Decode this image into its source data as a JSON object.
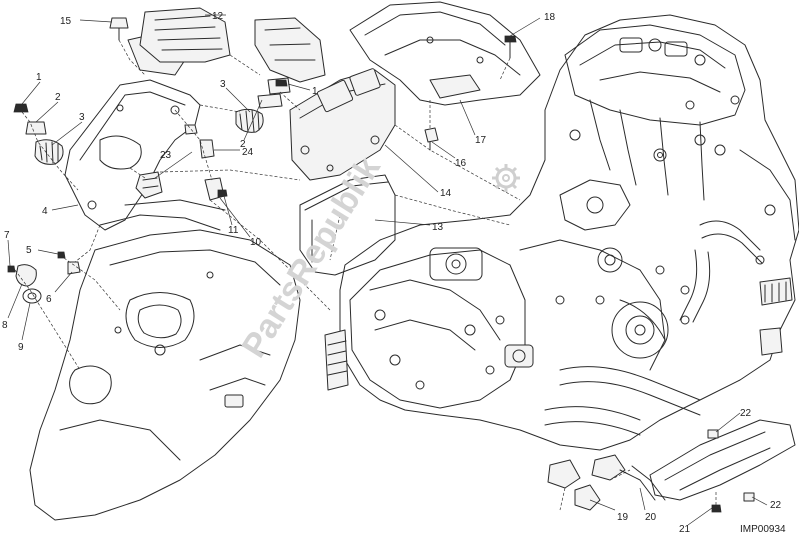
{
  "diagram": {
    "reference_code": "IMP00934",
    "watermark": "PartsRepublik",
    "callouts": [
      {
        "id": "c1",
        "label": "1"
      },
      {
        "id": "c1b",
        "label": "1"
      },
      {
        "id": "c2",
        "label": "2"
      },
      {
        "id": "c2b",
        "label": "2"
      },
      {
        "id": "c3",
        "label": "3"
      },
      {
        "id": "c3b",
        "label": "3"
      },
      {
        "id": "c4",
        "label": "4"
      },
      {
        "id": "c5",
        "label": "5"
      },
      {
        "id": "c6",
        "label": "6"
      },
      {
        "id": "c7",
        "label": "7"
      },
      {
        "id": "c8",
        "label": "8"
      },
      {
        "id": "c9",
        "label": "9"
      },
      {
        "id": "c10",
        "label": "10"
      },
      {
        "id": "c11",
        "label": "11"
      },
      {
        "id": "c12",
        "label": "12"
      },
      {
        "id": "c13",
        "label": "13"
      },
      {
        "id": "c14",
        "label": "14"
      },
      {
        "id": "c15",
        "label": "15"
      },
      {
        "id": "c16",
        "label": "16"
      },
      {
        "id": "c17",
        "label": "17"
      },
      {
        "id": "c18",
        "label": "18"
      },
      {
        "id": "c19",
        "label": "19"
      },
      {
        "id": "c20",
        "label": "20"
      },
      {
        "id": "c21",
        "label": "21"
      },
      {
        "id": "c22",
        "label": "22"
      },
      {
        "id": "c22b",
        "label": "22"
      },
      {
        "id": "c23",
        "label": "23"
      },
      {
        "id": "c24",
        "label": "24"
      }
    ]
  }
}
